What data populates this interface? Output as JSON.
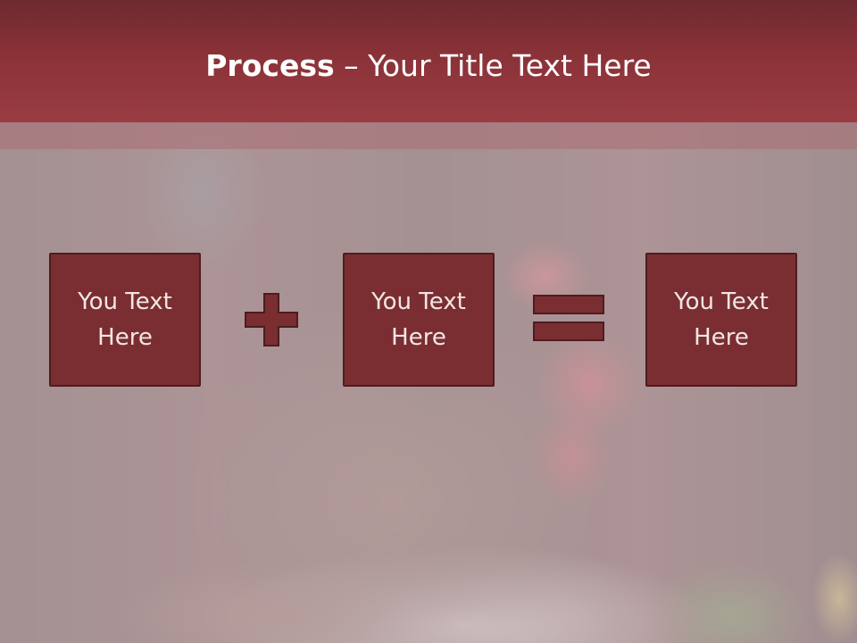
{
  "slide": {
    "title_bold": "Process",
    "title_rest": " – Your Title Text Here",
    "boxes": [
      {
        "line1": "You Text",
        "line2": "Here"
      },
      {
        "line1": "You Text",
        "line2": "Here"
      },
      {
        "line1": "You Text",
        "line2": "Here"
      }
    ]
  },
  "icons": {
    "operator_1": "plus-icon",
    "operator_2": "equals-icon"
  },
  "colors": {
    "header": "#8a3238",
    "box_fill": "#7a2e31",
    "box_border": "#4e1c1e",
    "operator_fill": "#7a2e31"
  }
}
